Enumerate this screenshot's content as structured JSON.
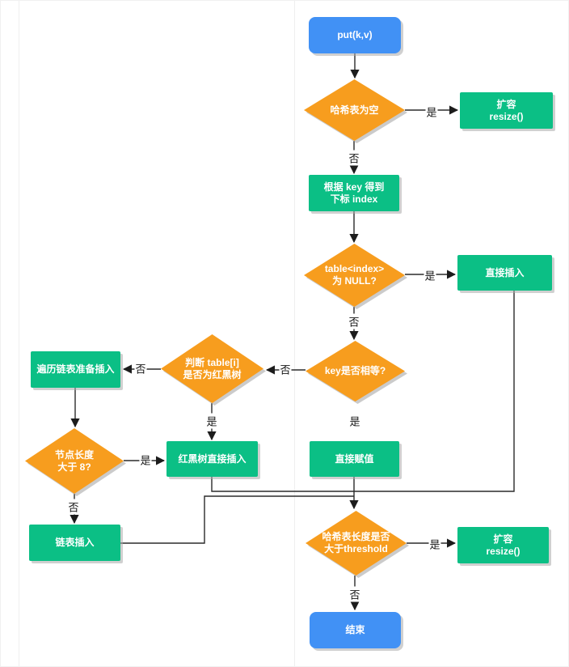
{
  "flowchart": {
    "colors": {
      "start_end_fill": "#4191f5",
      "process_fill": "#0bbf85",
      "decision_fill": "#f79d1e",
      "node_text": "#ffffff",
      "connector": "#2b2b2b",
      "edge_label_text": "#151515"
    },
    "nodes": [
      {
        "id": "start",
        "shape": "rounded",
        "lines": [
          "put(k,v)"
        ]
      },
      {
        "id": "hash-empty",
        "shape": "diamond",
        "lines": [
          "哈希表为空"
        ]
      },
      {
        "id": "resize-1",
        "shape": "rect",
        "lines": [
          "扩容",
          "resize()"
        ]
      },
      {
        "id": "get-index",
        "shape": "rect",
        "lines": [
          "根据 key 得到",
          "下标 index"
        ]
      },
      {
        "id": "slot-null",
        "shape": "diamond",
        "lines": [
          "table<index>",
          "为 NULL?"
        ]
      },
      {
        "id": "direct-insert",
        "shape": "rect",
        "lines": [
          "直接插入"
        ]
      },
      {
        "id": "key-equal",
        "shape": "diamond",
        "lines": [
          "key是否相等?"
        ]
      },
      {
        "id": "is-red-black-tree",
        "shape": "diamond",
        "lines": [
          "判断 table[i]",
          "是否为红黑树"
        ]
      },
      {
        "id": "traverse-list",
        "shape": "rect",
        "lines": [
          "遍历链表准备插入"
        ]
      },
      {
        "id": "length-gt-8",
        "shape": "diamond",
        "lines": [
          "节点长度",
          "大于 8?"
        ]
      },
      {
        "id": "rbtree-insert",
        "shape": "rect",
        "lines": [
          "红黑树直接插入"
        ]
      },
      {
        "id": "direct-assign",
        "shape": "rect",
        "lines": [
          "直接赋值"
        ]
      },
      {
        "id": "list-insert",
        "shape": "rect",
        "lines": [
          "链表插入"
        ]
      },
      {
        "id": "over-threshold",
        "shape": "diamond",
        "lines": [
          "哈希表长度是否",
          "大于threshold"
        ]
      },
      {
        "id": "resize-2",
        "shape": "rect",
        "lines": [
          "扩容",
          "resize()"
        ]
      },
      {
        "id": "end",
        "shape": "rounded",
        "lines": [
          "结束"
        ]
      }
    ],
    "edge_labels": [
      {
        "from": "hash-empty",
        "to": "resize-1",
        "label": "是"
      },
      {
        "from": "hash-empty",
        "to": "get-index",
        "label": "否"
      },
      {
        "from": "slot-null",
        "to": "direct-insert",
        "label": "是"
      },
      {
        "from": "slot-null",
        "to": "key-equal",
        "label": "否"
      },
      {
        "from": "key-equal",
        "to": "is-red-black-tree",
        "label": "否"
      },
      {
        "from": "key-equal",
        "to": "direct-assign",
        "label": "是"
      },
      {
        "from": "is-red-black-tree",
        "to": "traverse-list",
        "label": "否"
      },
      {
        "from": "is-red-black-tree",
        "to": "rbtree-insert",
        "label": "是"
      },
      {
        "from": "length-gt-8",
        "to": "rbtree-insert",
        "label": "是"
      },
      {
        "from": "length-gt-8",
        "to": "list-insert",
        "label": "否"
      },
      {
        "from": "over-threshold",
        "to": "resize-2",
        "label": "是"
      },
      {
        "from": "over-threshold",
        "to": "end",
        "label": "否"
      }
    ]
  }
}
